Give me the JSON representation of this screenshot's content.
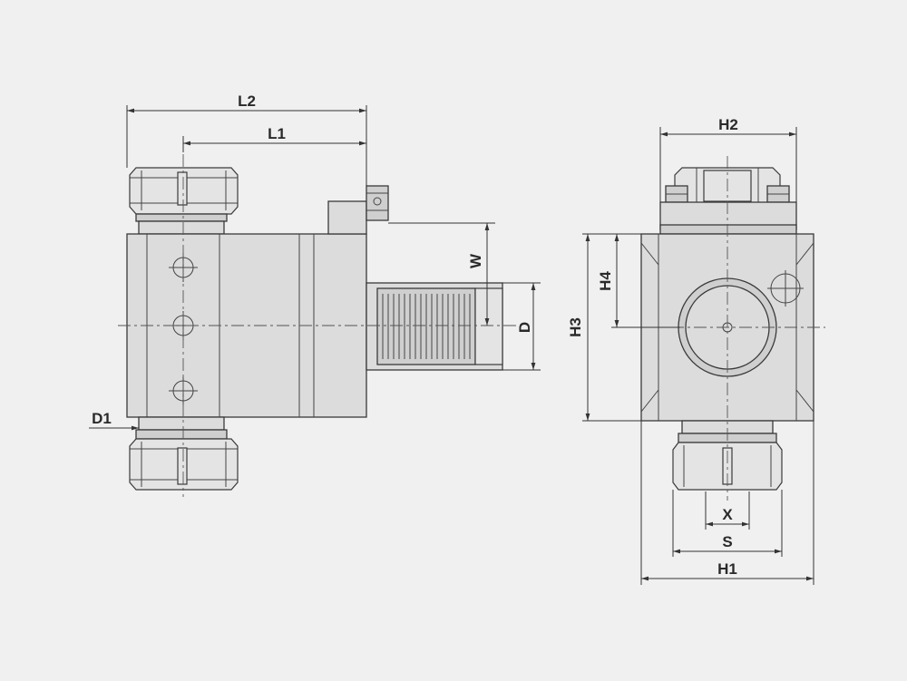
{
  "side_view": {
    "labels": {
      "L2": "L2",
      "L1": "L1",
      "W": "W",
      "D": "D",
      "D1": "D1"
    }
  },
  "front_view": {
    "labels": {
      "H2": "H2",
      "H4": "H4",
      "H3": "H3",
      "X": "X",
      "S": "S",
      "H1": "H1"
    }
  }
}
